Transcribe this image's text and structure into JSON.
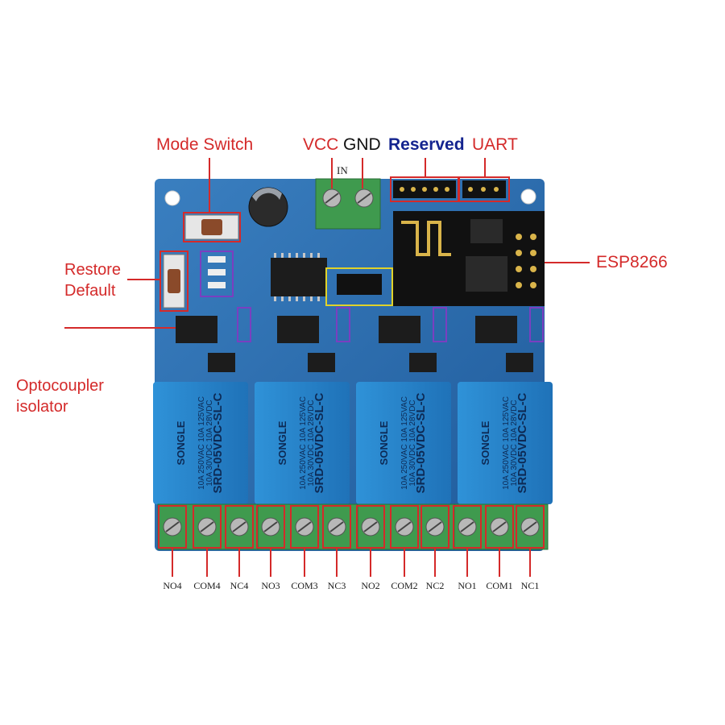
{
  "labels": {
    "mode_switch": "Mode Switch",
    "restore_default_line1": "Restore",
    "restore_default_line2": "Default",
    "optocoupler_line1": "Optocoupler",
    "optocoupler_line2": "isolator",
    "vcc": "VCC",
    "gnd": "GND",
    "reserved": "Reserved",
    "uart": "UART",
    "esp8266": "ESP8266",
    "in": "IN"
  },
  "relay": {
    "brand": "SONGLE",
    "model": "SRD-05VDC-SL-C",
    "rating_line1": "10A 250VAC  10A 125VAC",
    "rating_line2": "10A 30VDC  10A 28VDC"
  },
  "terminals": [
    "NO4",
    "COM4",
    "NC4",
    "NO3",
    "COM3",
    "NC3",
    "NO2",
    "COM2",
    "NC2",
    "NO1",
    "COM1",
    "NC1"
  ],
  "colors": {
    "annotation_red": "#d42a2a",
    "reserved_blue": "#14248f",
    "pcb_blue": "#2d6fb0",
    "relay_blue": "#2b8ad0",
    "terminal_green": "#3f9a4e",
    "highlight_purple": "#7a3fc0",
    "jumper_yellow": "#e0d22a"
  }
}
